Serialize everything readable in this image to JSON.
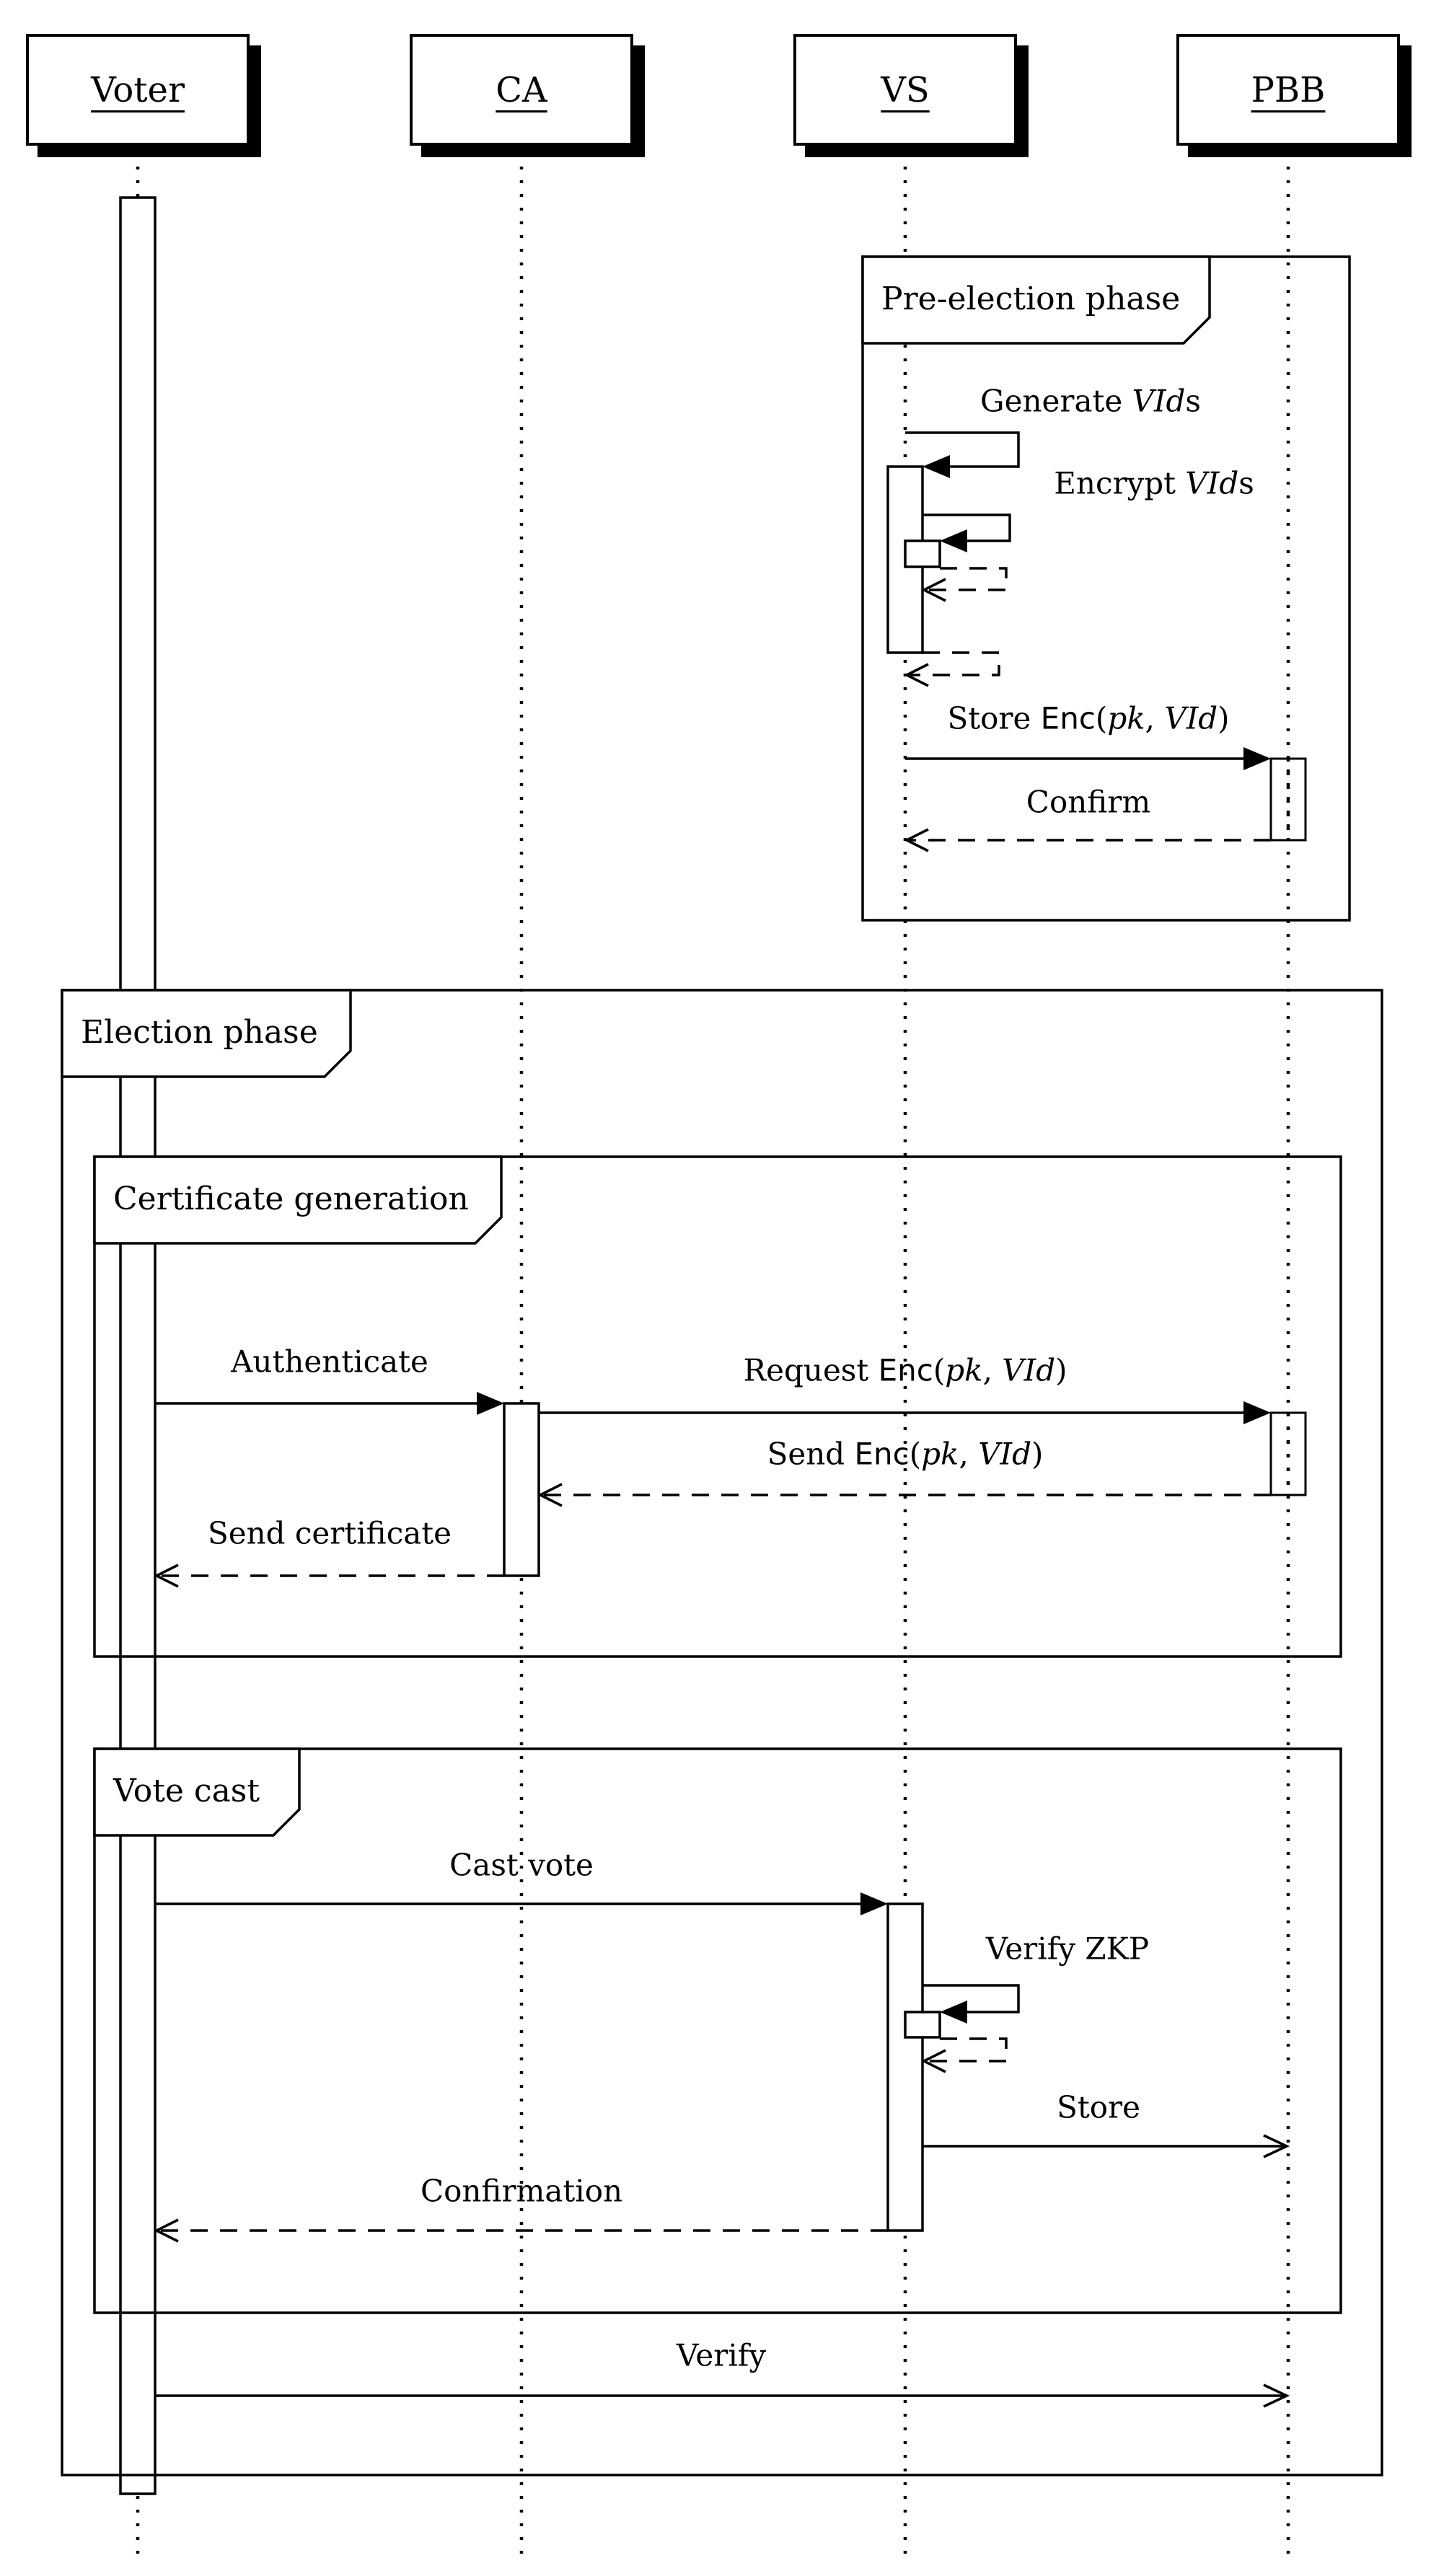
{
  "diagram": {
    "type": "uml-sequence-diagram",
    "colors": {
      "ink": "#000000",
      "paper": "#ffffff"
    }
  },
  "actors": [
    {
      "id": "voter",
      "label": "Voter"
    },
    {
      "id": "ca",
      "label": "CA"
    },
    {
      "id": "vs",
      "label": "VS"
    },
    {
      "id": "pbb",
      "label": "PBB"
    }
  ],
  "frames": {
    "pre_election": {
      "label": "Pre-election phase"
    },
    "election": {
      "label": "Election phase"
    },
    "certificate": {
      "label": "Certificate generation"
    },
    "vote_cast": {
      "label": "Vote cast"
    }
  },
  "messages": {
    "generate_vids": {
      "segments": [
        {
          "t": "Generate ",
          "s": "rm"
        },
        {
          "t": "VId",
          "s": "it"
        },
        {
          "t": "s",
          "s": "rm"
        }
      ]
    },
    "encrypt_vids": {
      "segments": [
        {
          "t": "Encrypt ",
          "s": "rm"
        },
        {
          "t": "VId",
          "s": "it"
        },
        {
          "t": "s",
          "s": "rm"
        }
      ]
    },
    "store_enc": {
      "segments": [
        {
          "t": "Store ",
          "s": "rm"
        },
        {
          "t": "Enc",
          "s": "sf"
        },
        {
          "t": "(",
          "s": "rm"
        },
        {
          "t": "pk",
          "s": "it"
        },
        {
          "t": ", ",
          "s": "rm"
        },
        {
          "t": "VId",
          "s": "it"
        },
        {
          "t": ")",
          "s": "rm"
        }
      ]
    },
    "confirm": {
      "segments": [
        {
          "t": "Confirm",
          "s": "rm"
        }
      ]
    },
    "authenticate": {
      "segments": [
        {
          "t": "Authenticate",
          "s": "rm"
        }
      ]
    },
    "request_enc": {
      "segments": [
        {
          "t": "Request ",
          "s": "rm"
        },
        {
          "t": "Enc",
          "s": "sf"
        },
        {
          "t": "(",
          "s": "rm"
        },
        {
          "t": "pk",
          "s": "it"
        },
        {
          "t": ", ",
          "s": "rm"
        },
        {
          "t": "VId",
          "s": "it"
        },
        {
          "t": ")",
          "s": "rm"
        }
      ]
    },
    "send_enc": {
      "segments": [
        {
          "t": "Send ",
          "s": "rm"
        },
        {
          "t": "Enc",
          "s": "sf"
        },
        {
          "t": "(",
          "s": "rm"
        },
        {
          "t": "pk",
          "s": "it"
        },
        {
          "t": ", ",
          "s": "rm"
        },
        {
          "t": "VId",
          "s": "it"
        },
        {
          "t": ")",
          "s": "rm"
        }
      ]
    },
    "send_certificate": {
      "segments": [
        {
          "t": "Send certificate",
          "s": "rm"
        }
      ]
    },
    "cast_vote": {
      "segments": [
        {
          "t": "Cast vote",
          "s": "rm"
        }
      ]
    },
    "verify_zkp": {
      "segments": [
        {
          "t": "Verify ZKP",
          "s": "rm"
        }
      ]
    },
    "store": {
      "segments": [
        {
          "t": "Store",
          "s": "rm"
        }
      ]
    },
    "confirmation": {
      "segments": [
        {
          "t": "Confirmation",
          "s": "rm"
        }
      ]
    },
    "verify": {
      "segments": [
        {
          "t": "Verify",
          "s": "rm"
        }
      ]
    }
  }
}
